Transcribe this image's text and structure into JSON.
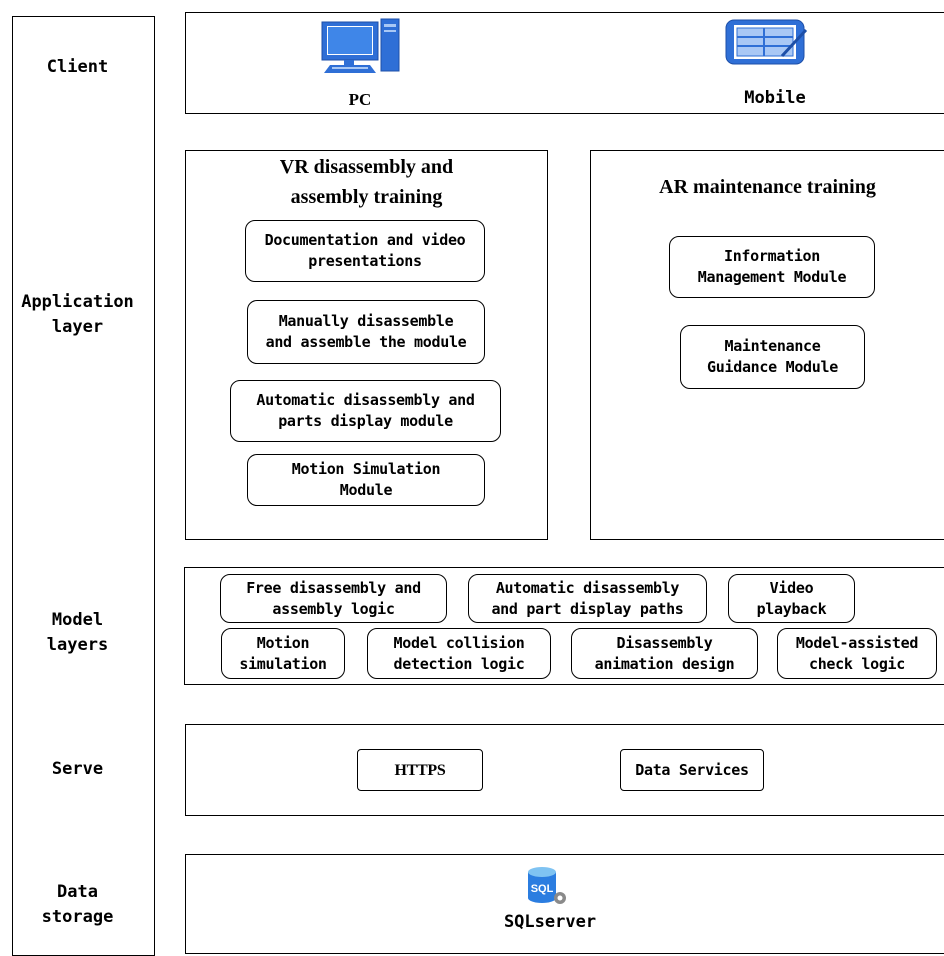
{
  "layers": {
    "client": "Client",
    "application": "Application\nlayer",
    "model": "Model\nlayers",
    "serve": "Serve",
    "data": "Data\nstorage"
  },
  "client": {
    "pc_label": "PC",
    "mobile_label": "Mobile",
    "pc_icon": "desktop-computer-icon",
    "mobile_icon": "tablet-icon",
    "icon_color": "#2f6fd6"
  },
  "vr": {
    "title": "VR disassembly and\nassembly training",
    "modules": [
      "Documentation and video\npresentations",
      "Manually disassemble\nand assemble the module",
      "Automatic disassembly and\nparts display module",
      "Motion Simulation\nModule"
    ]
  },
  "ar": {
    "title": "AR maintenance training",
    "modules": [
      "Information\nManagement Module",
      "Maintenance\nGuidance Module"
    ]
  },
  "model": {
    "items": [
      "Free disassembly and\nassembly logic",
      "Automatic disassembly\nand part display paths",
      "Video\nplayback",
      "Motion\nsimulation",
      "Model collision\ndetection logic",
      "Disassembly\nanimation design",
      "Model-assisted\ncheck logic"
    ]
  },
  "serve": {
    "https": "HTTPS",
    "data_services": "Data Services"
  },
  "storage": {
    "db_icon": "sql-database-icon",
    "db_badge": "SQL",
    "db_label": "SQLserver"
  }
}
